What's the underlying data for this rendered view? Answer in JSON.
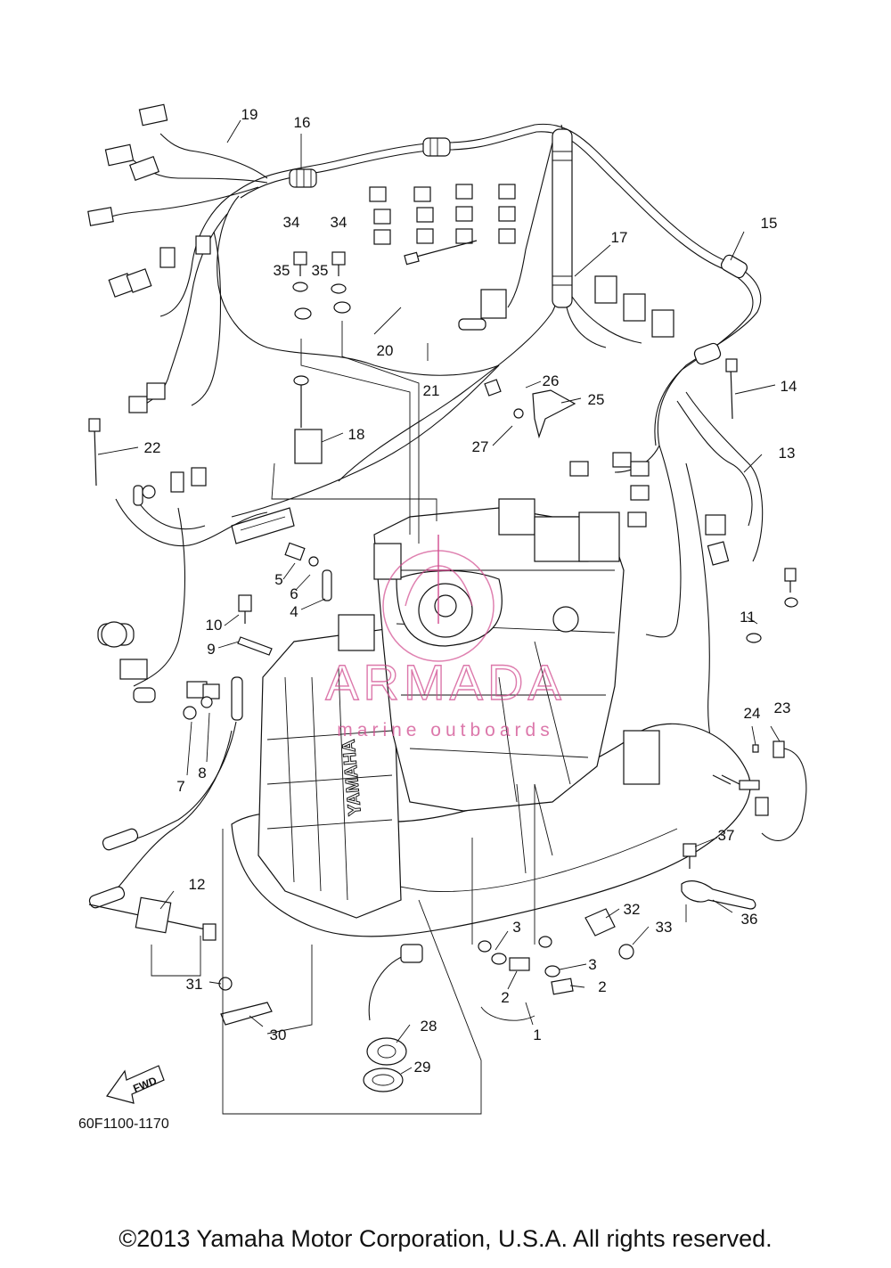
{
  "diagram": {
    "code": "60F1100-1170",
    "fwd_label": "FWD",
    "brand_on_cowl": "YAMAHA",
    "part_callouts": [
      {
        "id": "c1",
        "label": "1"
      },
      {
        "id": "c2a",
        "label": "2"
      },
      {
        "id": "c2b",
        "label": "2"
      },
      {
        "id": "c3a",
        "label": "3"
      },
      {
        "id": "c3b",
        "label": "3"
      },
      {
        "id": "c4",
        "label": "4"
      },
      {
        "id": "c5",
        "label": "5"
      },
      {
        "id": "c6",
        "label": "6"
      },
      {
        "id": "c7",
        "label": "7"
      },
      {
        "id": "c8",
        "label": "8"
      },
      {
        "id": "c9",
        "label": "9"
      },
      {
        "id": "c10",
        "label": "10"
      },
      {
        "id": "c11",
        "label": "11"
      },
      {
        "id": "c12",
        "label": "12"
      },
      {
        "id": "c13",
        "label": "13"
      },
      {
        "id": "c14",
        "label": "14"
      },
      {
        "id": "c15",
        "label": "15"
      },
      {
        "id": "c16",
        "label": "16"
      },
      {
        "id": "c17",
        "label": "17"
      },
      {
        "id": "c18",
        "label": "18"
      },
      {
        "id": "c19",
        "label": "19"
      },
      {
        "id": "c20",
        "label": "20"
      },
      {
        "id": "c21",
        "label": "21"
      },
      {
        "id": "c22",
        "label": "22"
      },
      {
        "id": "c23",
        "label": "23"
      },
      {
        "id": "c24",
        "label": "24"
      },
      {
        "id": "c25",
        "label": "25"
      },
      {
        "id": "c26",
        "label": "26"
      },
      {
        "id": "c27",
        "label": "27"
      },
      {
        "id": "c28",
        "label": "28"
      },
      {
        "id": "c29",
        "label": "29"
      },
      {
        "id": "c30",
        "label": "30"
      },
      {
        "id": "c31",
        "label": "31"
      },
      {
        "id": "c32",
        "label": "32"
      },
      {
        "id": "c33",
        "label": "33"
      },
      {
        "id": "c34a",
        "label": "34"
      },
      {
        "id": "c34b",
        "label": "34"
      },
      {
        "id": "c35a",
        "label": "35"
      },
      {
        "id": "c35b",
        "label": "35"
      },
      {
        "id": "c36",
        "label": "36"
      },
      {
        "id": "c37",
        "label": "37"
      }
    ]
  },
  "watermark": {
    "brand": "ARMADA",
    "tagline": "marine outboards",
    "accent_color": "#d14c8f"
  },
  "footer": {
    "copyright": "©2013 Yamaha Motor Corporation, U.S.A. All rights reserved."
  }
}
